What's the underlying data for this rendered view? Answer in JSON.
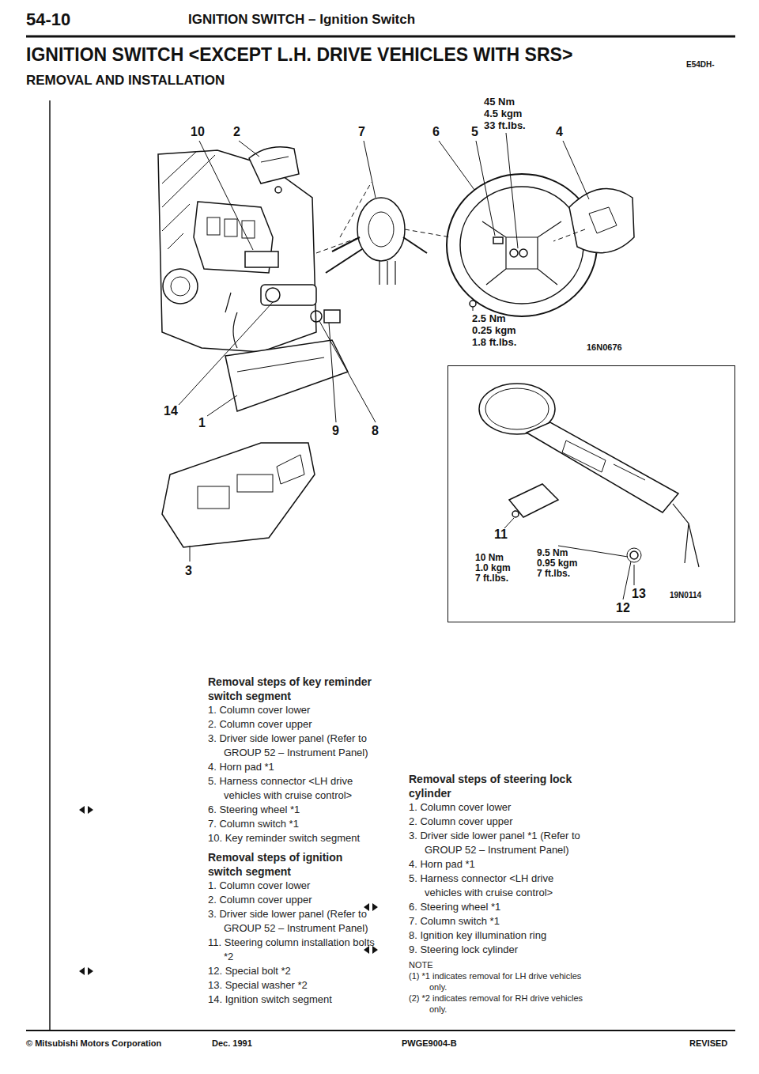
{
  "diagram": {
    "title": "IGNITION SWITCH <EXCEPT L.H. DRIVE VEHICLES WITH SRS>",
    "nodes": [
      {
        "text": [
          "11",
          "10 Nm 1.0 kgm 7 ft.lbs.",
          "9.5 Nm 0.95 kgm 7 ft.lbs.",
          "13",
          "19N0114",
          "12"
        ]
      }
    ],
    "labels": [
      "54-10",
      "IGNITION SWITCH – Ignition Switch",
      "E54DH-",
      "REMOVAL AND INSTALLATION",
      "10",
      "2",
      "7",
      "6",
      "5",
      "45 Nm 4.5 kgm 33 ft.lbs.",
      "4",
      "2.5 Nm 0.25 kgm 1.8 ft.lbs.",
      "16N0676",
      "14",
      "1",
      "9",
      "8",
      "3",
      "Removal steps of key reminder switch segment",
      "1. Column cover lower",
      "2. Column cover upper",
      "3. Driver side lower panel (Refer to GROUP 52 – Instrument Panel)",
      "4. Horn pad *1",
      "5. Harness connector <LH drive vehicles with cruise control>",
      "6. Steering wheel *1",
      "7. Column switch *1",
      "10. Key reminder switch segment",
      "Removal steps of ignition switch segment",
      "1. Column cover lower",
      "2. Column cover upper",
      "3. Driver side lower panel (Refer to GROUP 52 – Instrument Panel)",
      "11. Steering column installation bolts *2",
      "12. Special bolt *2",
      "13. Special washer *2",
      "14. Ignition switch segment",
      "Removal steps of steering lock cylinder",
      "1. Column cover lower",
      "2. Column cover upper",
      "3. Driver side lower panel *1 (Refer to GROUP 52 – Instrument Panel)",
      "4. Horn pad *1",
      "5. Harness connector <LH drive vehicles with cruise control>",
      "6. Steering wheel *1",
      "7. Column switch *1",
      "8. Ignition key illumination ring",
      "9. Steering lock cylinder",
      "NOTE",
      "(1) *1 indicates removal for LH drive vehicles only.",
      "(2) *2 indicates removal for RH drive vehicles only.",
      "© Mitsubishi Motors Corporation",
      "Dec. 1991",
      "PWGE9004-B",
      "REVISED"
    ]
  }
}
